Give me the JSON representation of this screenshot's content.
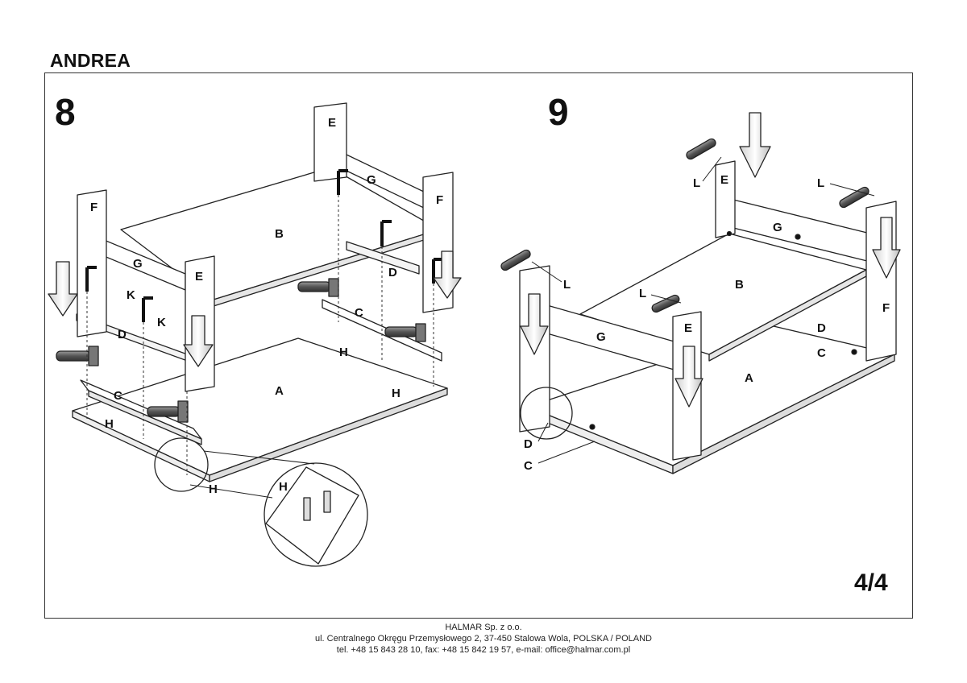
{
  "document": {
    "title": "ANDREA",
    "page_number": "4/4"
  },
  "steps": [
    {
      "number": "8",
      "part_labels": [
        "E",
        "F",
        "G",
        "B",
        "F",
        "G",
        "E",
        "D",
        "K",
        "K",
        "D",
        "C",
        "A",
        "C",
        "H",
        "H",
        "H",
        "H",
        "H"
      ]
    },
    {
      "number": "9",
      "part_labels": [
        "L",
        "E",
        "L",
        "G",
        "L",
        "B",
        "L",
        "F",
        "G",
        "E",
        "D",
        "C",
        "A",
        "D",
        "C"
      ]
    }
  ],
  "footer": {
    "company": "HALMAR Sp. z o.o.",
    "address": "ul. Centralnego Okręgu Przemysłowego 2, 37-450 Stalowa Wola, POLSKA / POLAND",
    "contact": "tel. +48 15 843 28 10, fax: +48 15 842 19 57, e-mail: office@halmar.com.pl"
  }
}
